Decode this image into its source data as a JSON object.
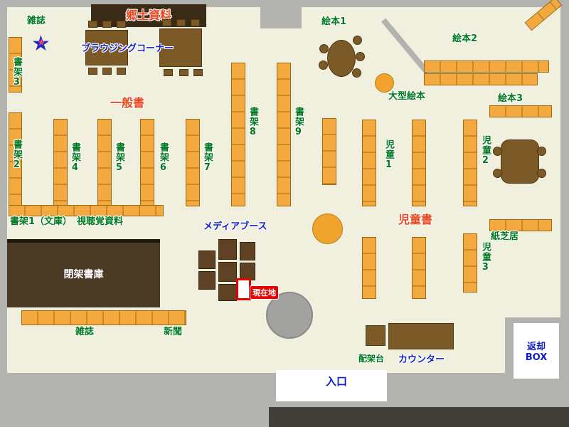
{
  "colors": {
    "floor": "#f1f0df",
    "wall": "#b2b2ae",
    "shelf_orange": "#f3a93e",
    "wood_brown": "#7b5a28",
    "dark_stacks": "#4a3a24",
    "label_green": "#00791f",
    "label_red": "#e8481e",
    "label_blue": "#1220c8",
    "current_red": "#e60000"
  },
  "labels": {
    "magazines_top": "雑誌",
    "local_materials": "郷土資料",
    "browsing_corner": "ブラウジングコーナー",
    "picture_books_1": "絵本1",
    "picture_books_2": "絵本2",
    "picture_books_3": "絵本3",
    "large_picture_books": "大型絵本",
    "shelf_2": "書架2",
    "shelf_3": "書架3",
    "general_books": "一般書",
    "shelf_4": "書架4",
    "shelf_5": "書架5",
    "shelf_6": "書架6",
    "shelf_7": "書架7",
    "shelf_8": "書架8",
    "shelf_9": "書架9",
    "children_1": "児童1",
    "children_2": "児童2",
    "children_3": "児童3",
    "children_books": "児童書",
    "kamishibai": "紙芝居",
    "shelf_1_bunko": "書架1（文庫）",
    "audio_visual": "視聴覚資料",
    "media_booth": "メディアブース",
    "closed_stacks": "閉架書庫",
    "current_location": "現在地",
    "magazines_bottom": "雑誌",
    "newspapers": "新聞",
    "shelving_table": "配架台",
    "counter": "カウンター",
    "return_box_line1": "返却",
    "return_box_line2": "BOX",
    "entrance": "入口"
  }
}
